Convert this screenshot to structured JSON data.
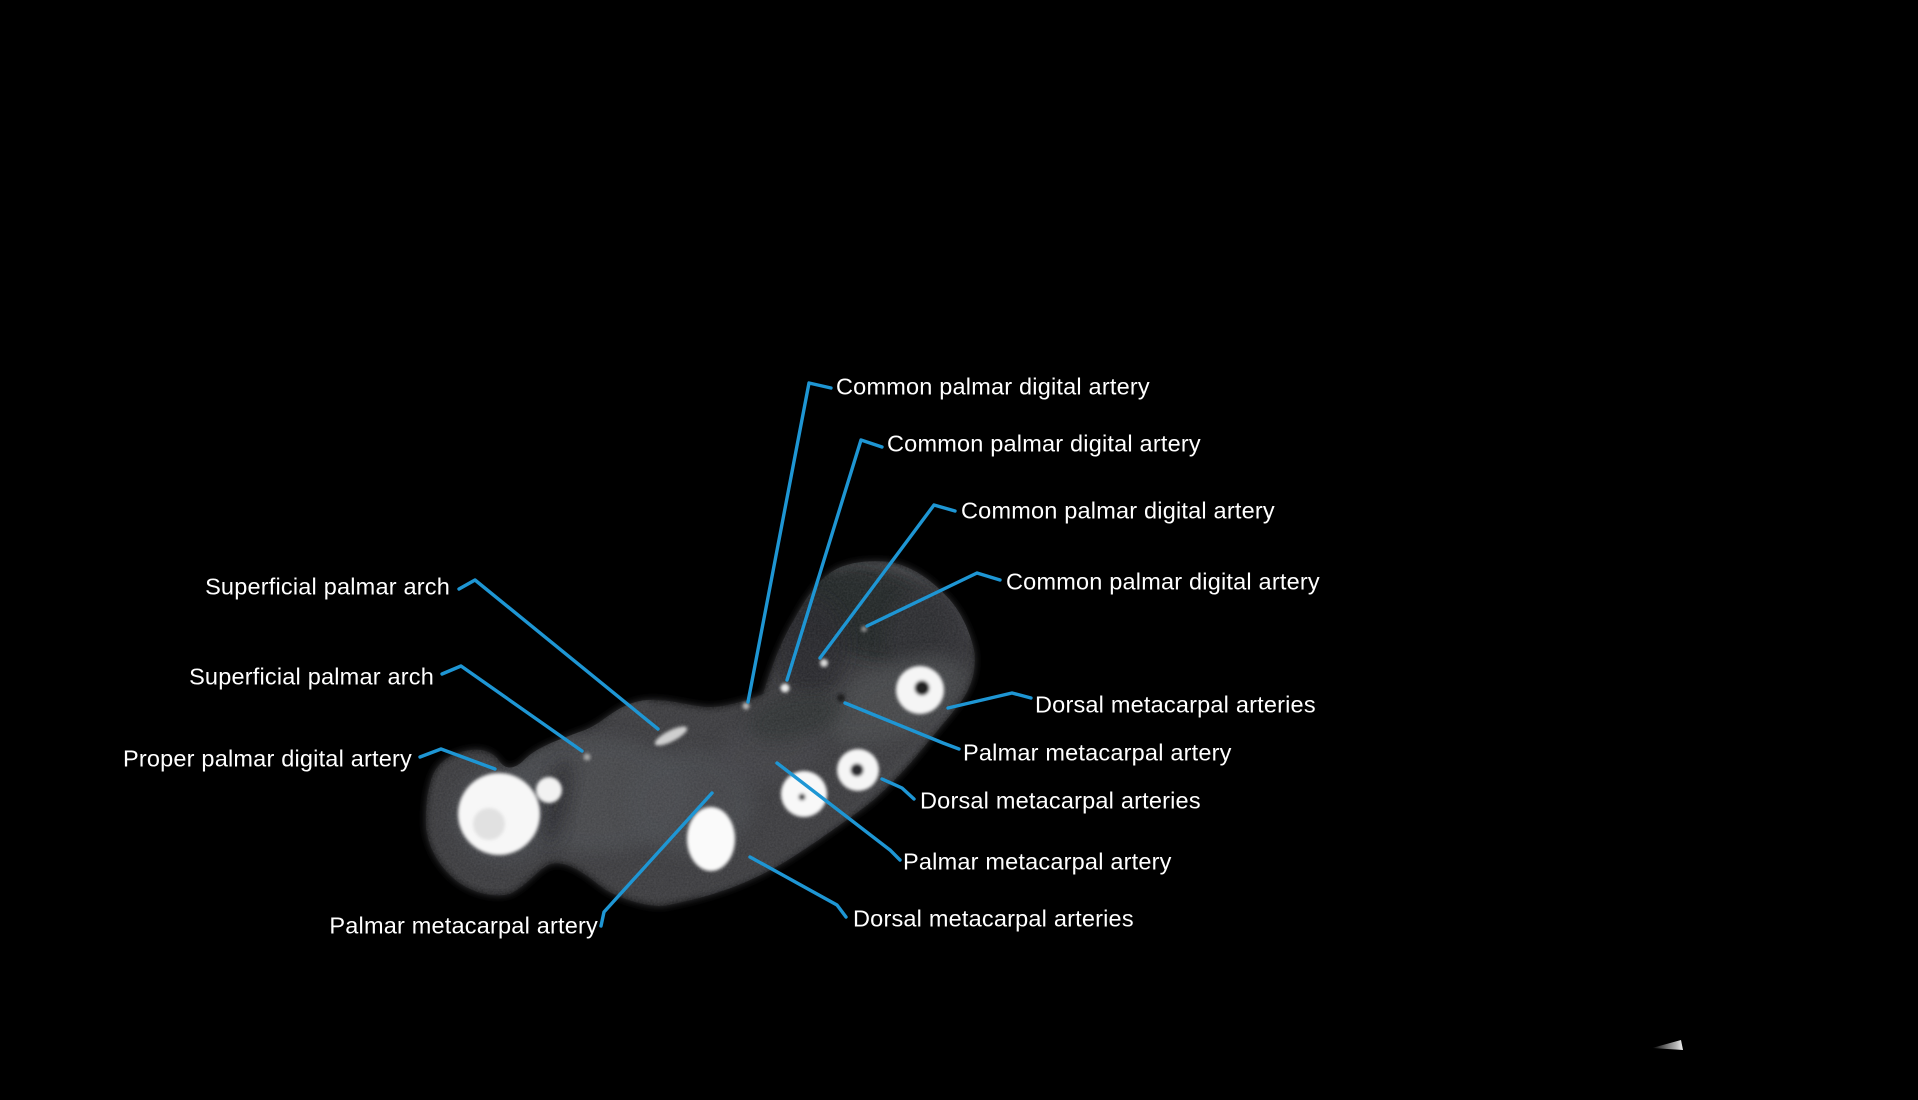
{
  "figure": {
    "kind": "axial CT slice of hand at metacarpal level with artery annotations",
    "background_color": "#000000"
  },
  "colors": {
    "leader_line": "#1e96d4",
    "label_text": "#ffffff",
    "bone": "#f6f6f6",
    "soft_tissue": "#3a3b3d"
  },
  "labels": [
    {
      "id": "cpda-1",
      "text": "Common palmar digital artery"
    },
    {
      "id": "cpda-2",
      "text": "Common palmar digital artery"
    },
    {
      "id": "cpda-3",
      "text": "Common palmar digital artery"
    },
    {
      "id": "cpda-4",
      "text": "Common palmar digital artery"
    },
    {
      "id": "spa-1",
      "text": "Superficial palmar arch"
    },
    {
      "id": "spa-2",
      "text": "Superficial palmar arch"
    },
    {
      "id": "ppda",
      "text": "Proper palmar digital artery"
    },
    {
      "id": "dma-1",
      "text": "Dorsal metacarpal arteries"
    },
    {
      "id": "pma-1",
      "text": "Palmar metacarpal artery"
    },
    {
      "id": "dma-2",
      "text": "Dorsal metacarpal arteries"
    },
    {
      "id": "pma-2",
      "text": "Palmar metacarpal artery"
    },
    {
      "id": "dma-3",
      "text": "Dorsal metacarpal arteries"
    },
    {
      "id": "pma-3",
      "text": "Palmar metacarpal artery"
    }
  ]
}
